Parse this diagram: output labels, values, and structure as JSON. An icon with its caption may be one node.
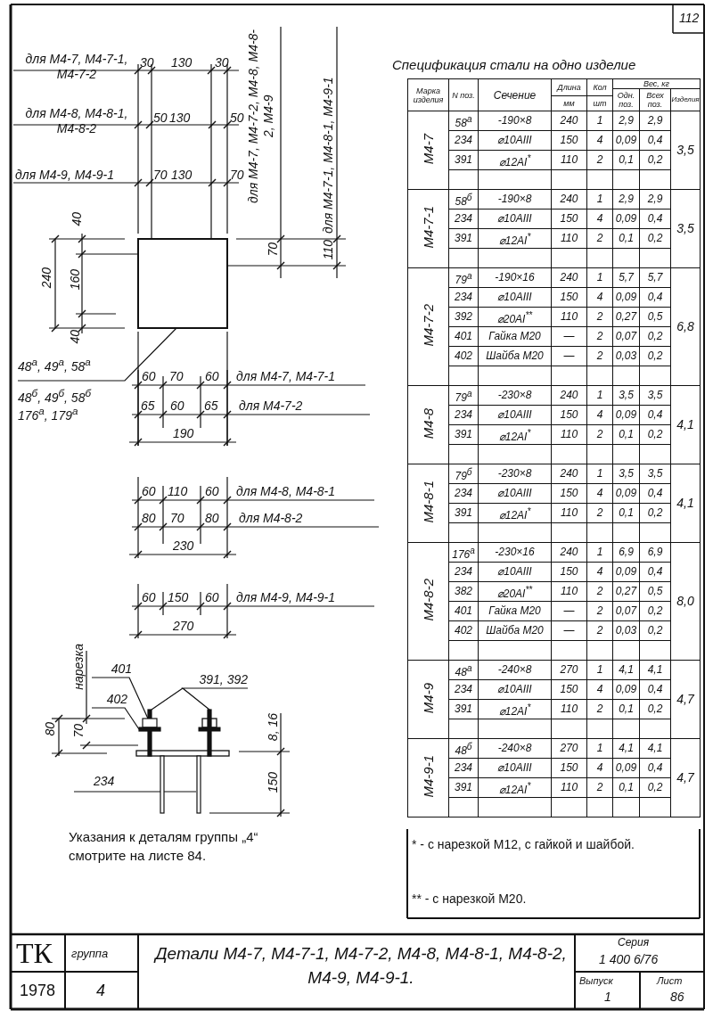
{
  "diagram": {
    "nodes": [
      {
        "text": [
          "48$^{а}$, 49$^{а}$, 58$^{а}$",
          "48$^{б}$, 49$^{б}$, 58$^{б}$",
          "176$^{а}$, 179$^{а}$"
        ]
      },
      {
        "text": [],
        "shape": "box"
      },
      {
        "text": [
          "401"
        ]
      },
      {
        "text": [
          "402"
        ]
      },
      {
        "text": [
          "391, 392"
        ]
      },
      {
        "text": [],
        "shape": "box"
      },
      {
        "text": [],
        "shape": "bar"
      },
      {
        "text": [],
        "shape": "bar"
      },
      {
        "text": [],
        "shape": "bar"
      }
    ],
    "edges": [
      {
        "from": 0,
        "to": 1,
        "arrow": "none"
      },
      {
        "from": 2,
        "to": 5,
        "arrow": "none"
      },
      {
        "from": 3,
        "to": 6,
        "arrow": "none"
      },
      {
        "from": 4,
        "to": 7,
        "arrow": "none"
      },
      {
        "from": 4,
        "to": 8,
        "arrow": "none"
      }
    ],
    "labels": [
      "112",
      "для М4-7, М4-7-1, М4-7-2",
      "30",
      "130",
      "30",
      "для М4-8, М4-8-1, М4-8-2",
      "50",
      "130",
      "50",
      "для М4-9, М4-9-1",
      "70",
      "130",
      "70",
      "для М4-7, М4-7-2, М4-8, М4-8-2, М4-9",
      "для М4-7-1, М4-8-1, М4-9-1",
      "40",
      "240",
      "160",
      "70",
      "110",
      "40",
      "60",
      "70",
      "60",
      "для М4-7, М4-7-1",
      "65",
      "60",
      "65",
      "для М4-7-2",
      "190",
      "60",
      "110",
      "60",
      "для М4-8, М4-8-1",
      "80",
      "70",
      "80",
      "для М4-8-2",
      "230",
      "60",
      "150",
      "60",
      "для М4-9, М4-9-1",
      "270",
      "нарезка",
      "80",
      "70",
      "8, 16",
      "234",
      "150",
      "Указания к деталям группы „4“ смотрите на листе 84.",
      "Спецификация стали на одно изделие",
      "Марка изделия",
      "N поз.",
      "Сечение",
      "Длина",
      "Кол",
      "Вес, кг",
      "Одн. поз.",
      "Всех поз.",
      "Изделия",
      "мм",
      "шт",
      "М4-7",
      "58$^{а}$",
      "-190×8",
      "240",
      "1",
      "2,9",
      "2,9",
      "3,5",
      "234",
      "⌀10AIII",
      "150",
      "4",
      "0,09",
      "0,4",
      "391",
      "⌀12AI$^{*}$",
      "110",
      "2",
      "0,1",
      "0,2",
      "М4-7-1",
      "58$^{б}$",
      "-190×8",
      "240",
      "1",
      "2,9",
      "2,9",
      "3,5",
      "234",
      "⌀10AIII",
      "150",
      "4",
      "0,09",
      "0,4",
      "391",
      "⌀12AI$^{*}$",
      "110",
      "2",
      "0,1",
      "0,2",
      "М4-7-2",
      "79$^{а}$",
      "-190×16",
      "240",
      "1",
      "5,7",
      "5,7",
      "6,8",
      "234",
      "⌀10AIII",
      "150",
      "4",
      "0,09",
      "0,4",
      "392",
      "⌀20AI$^{**}$",
      "110",
      "2",
      "0,27",
      "0,5",
      "401",
      "Гайка М20",
      "—",
      "2",
      "0,07",
      "0,2",
      "402",
      "Шайба М20",
      "—",
      "2",
      "0,03",
      "0,2",
      "М4-8",
      "79$^{а}$",
      "-230×8",
      "240",
      "1",
      "3,5",
      "3,5",
      "4,1",
      "234",
      "⌀10AIII",
      "150",
      "4",
      "0,09",
      "0,4",
      "391",
      "⌀12AI$^{*}$",
      "110",
      "2",
      "0,1",
      "0,2",
      "М4-8-1",
      "79$^{б}$",
      "-230×8",
      "240",
      "1",
      "3,5",
      "3,5",
      "4,1",
      "234",
      "⌀10AIII",
      "150",
      "4",
      "0,09",
      "0,4",
      "391",
      "⌀12AI$^{*}$",
      "110",
      "2",
      "0,1",
      "0,2",
      "М4-8-2",
      "176$^{а}$",
      "-230×16",
      "240",
      "1",
      "6,9",
      "6,9",
      "8,0",
      "234",
      "⌀10AIII",
      "150",
      "4",
      "0,09",
      "0,4",
      "382",
      "⌀20AI$^{**}$",
      "110",
      "2",
      "0,27",
      "0,5",
      "401",
      "Гайка М20",
      "—",
      "2",
      "0,07",
      "0,2",
      "402",
      "Шайба М20",
      "—",
      "2",
      "0,03",
      "0,2",
      "М4-9",
      "48$^{а}$",
      "-240×8",
      "270",
      "1",
      "4,1",
      "4,1",
      "4,7",
      "234",
      "⌀10AIII",
      "150",
      "4",
      "0,09",
      "0,4",
      "391",
      "⌀12AI$^{*}$",
      "110",
      "2",
      "0,1",
      "0,2",
      "М4-9-1",
      "48$^{б}$",
      "-240×8",
      "270",
      "1",
      "4,1",
      "4,1",
      "4,7",
      "234",
      "⌀10AIII",
      "150",
      "4",
      "0,09",
      "0,4",
      "391",
      "⌀12AI$^{*}$",
      "110",
      "2",
      "0,1",
      "0,2",
      "* - с нарезкой М12, с гайкой и шайбой.",
      "** - с нарезкой М20.",
      "ТК",
      "группа",
      "Детали М4-7, М4-7-1, М4-7-2, М4-8, М4-8-1, М4-8-2, М4-9, М4-9-1.",
      "Серия",
      "1 400 6/76",
      "1978",
      "4",
      "Выпуск",
      "Лист",
      "1",
      "86"
    ]
  }
}
